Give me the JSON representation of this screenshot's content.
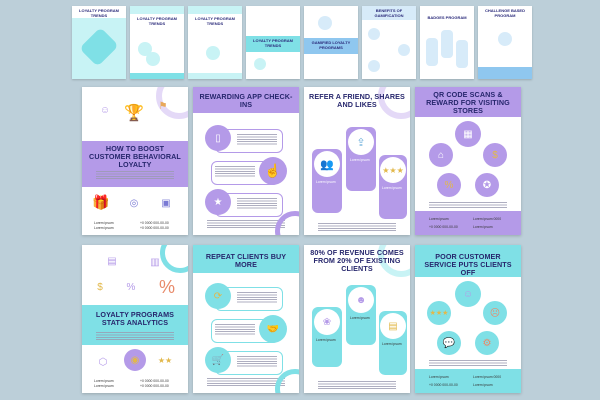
{
  "colors": {
    "background": "#bccfd9",
    "cyan": "#7fe0e6",
    "cyan_light": "#c8f3f5",
    "purple": "#b49ae8",
    "purple_light": "#e4d9f7",
    "blue": "#8fc7ef",
    "blue_light": "#d7ebf9",
    "title": "#27276d"
  },
  "thumbnails": [
    {
      "title": "LOYALTY PROGRAM TRENDS"
    },
    {
      "title": "LOYALTY PROGRAM TRENDS"
    },
    {
      "title": "LOYALTY PROGRAM TRENDS"
    },
    {
      "title": "LOYALTY PROGRAM TRENDS"
    },
    {
      "title": "GAMIFIED LOYALTY PROGRAMS"
    },
    {
      "title": "BENEFITS OF GAMIFICATION"
    },
    {
      "title": "BADGES PROGRAM"
    },
    {
      "title": "CHALLENGE BASED PROGRAM"
    }
  ],
  "cards": [
    {
      "title": "HOW TO BOOST CUSTOMER BEHAVIORAL LOYALTY",
      "contact": [
        "Lorem ipsum",
        "Lorem ipsum"
      ],
      "phones": [
        "+0 0000 000-00-00",
        "+0 0000 000-00-00"
      ]
    },
    {
      "title": "REWARDING APP CHECK-INS"
    },
    {
      "title": "REFER A FRIEND, SHARES AND LIKES",
      "items": [
        "Lorem ipsum",
        "Lorem ipsum",
        "Lorem ipsum"
      ]
    },
    {
      "title": "QR CODE SCANS & REWARD FOR VISITING STORES",
      "contact": {
        "email": "Lorem ipsum",
        "location": "Lorem ipsum 0000",
        "phone": "+0 0000 000-00-00",
        "web": "Lorem ipsum"
      }
    },
    {
      "title": "LOYALTY PROGRAMS STATS ANALYTICS",
      "contact": [
        "Lorem ipsum",
        "Lorem ipsum"
      ],
      "phones": [
        "+0 0000 000-00-00",
        "+0 0000 000-00-00"
      ]
    },
    {
      "title": "REPEAT CLIENTS BUY MORE"
    },
    {
      "title": "80% OF REVENUE COMES FROM 20% OF EXISTING CLIENTS",
      "items": [
        "Lorem ipsum",
        "Lorem ipsum",
        "Lorem ipsum"
      ]
    },
    {
      "title": "POOR CUSTOMER SERVICE PUTS CLIENTS OFF",
      "contact": {
        "email": "Lorem ipsum",
        "location": "Lorem ipsum 0000",
        "phone": "+0 0000 000-00-00",
        "web": "Lorem ipsum"
      }
    }
  ]
}
